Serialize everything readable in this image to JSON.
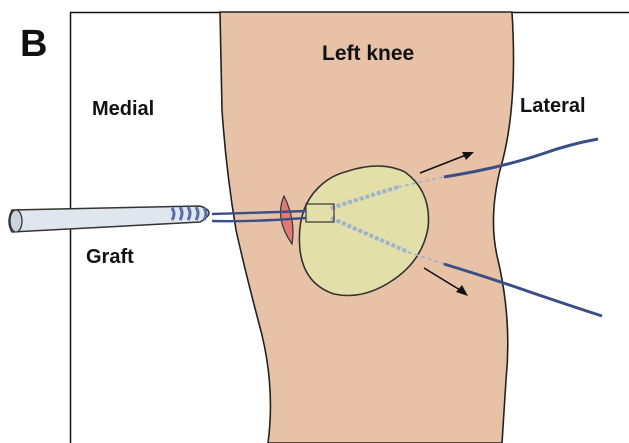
{
  "figure": {
    "panel_letter": "B",
    "title": "Left knee",
    "labels": {
      "medial": "Medial",
      "lateral": "Lateral",
      "graft": "Graft"
    }
  },
  "colors": {
    "skin": "#e8c2a6",
    "skin_outline": "#222222",
    "patella_fill": "#e3dfa8",
    "patella_outline": "#333333",
    "tunnel_lines": "#9fb3cc",
    "suture": "#3b4f86",
    "graft_fill": "#dfe6ee",
    "graft_wrap": "#5b6fa3",
    "incision": "#e07a78",
    "arrow": "#111111"
  }
}
